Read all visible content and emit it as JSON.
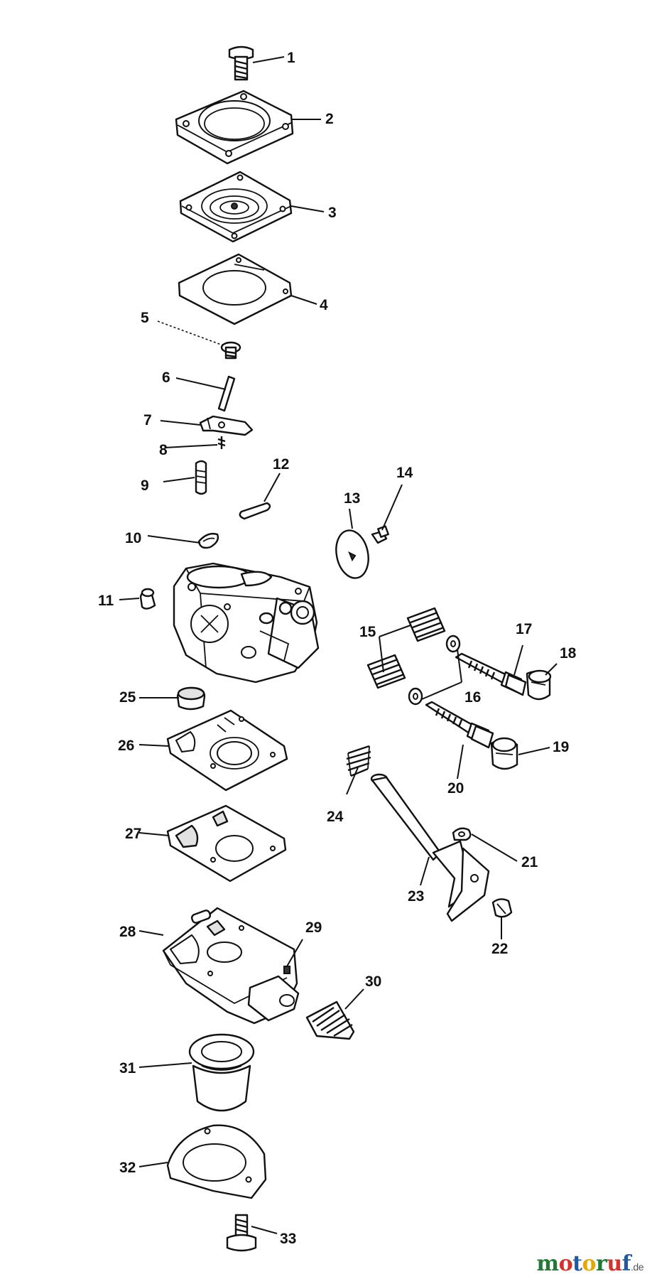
{
  "diagram": {
    "part_numbers": [
      "1",
      "2",
      "3",
      "4",
      "5",
      "6",
      "7",
      "8",
      "9",
      "10",
      "11",
      "12",
      "13",
      "14",
      "15",
      "16",
      "17",
      "18",
      "19",
      "20",
      "21",
      "22",
      "23",
      "24",
      "25",
      "26",
      "27",
      "28",
      "29",
      "30",
      "31",
      "32",
      "33"
    ]
  },
  "watermark": {
    "letters": [
      "m",
      "o",
      "t",
      "o",
      "r",
      "u",
      "f"
    ],
    "letter_colors": [
      "#1e7a34",
      "#d4322c",
      "#1f5aa6",
      "#e6a700",
      "#1e7a34",
      "#d4322c",
      "#1f5aa6"
    ],
    "domain": ".de"
  }
}
